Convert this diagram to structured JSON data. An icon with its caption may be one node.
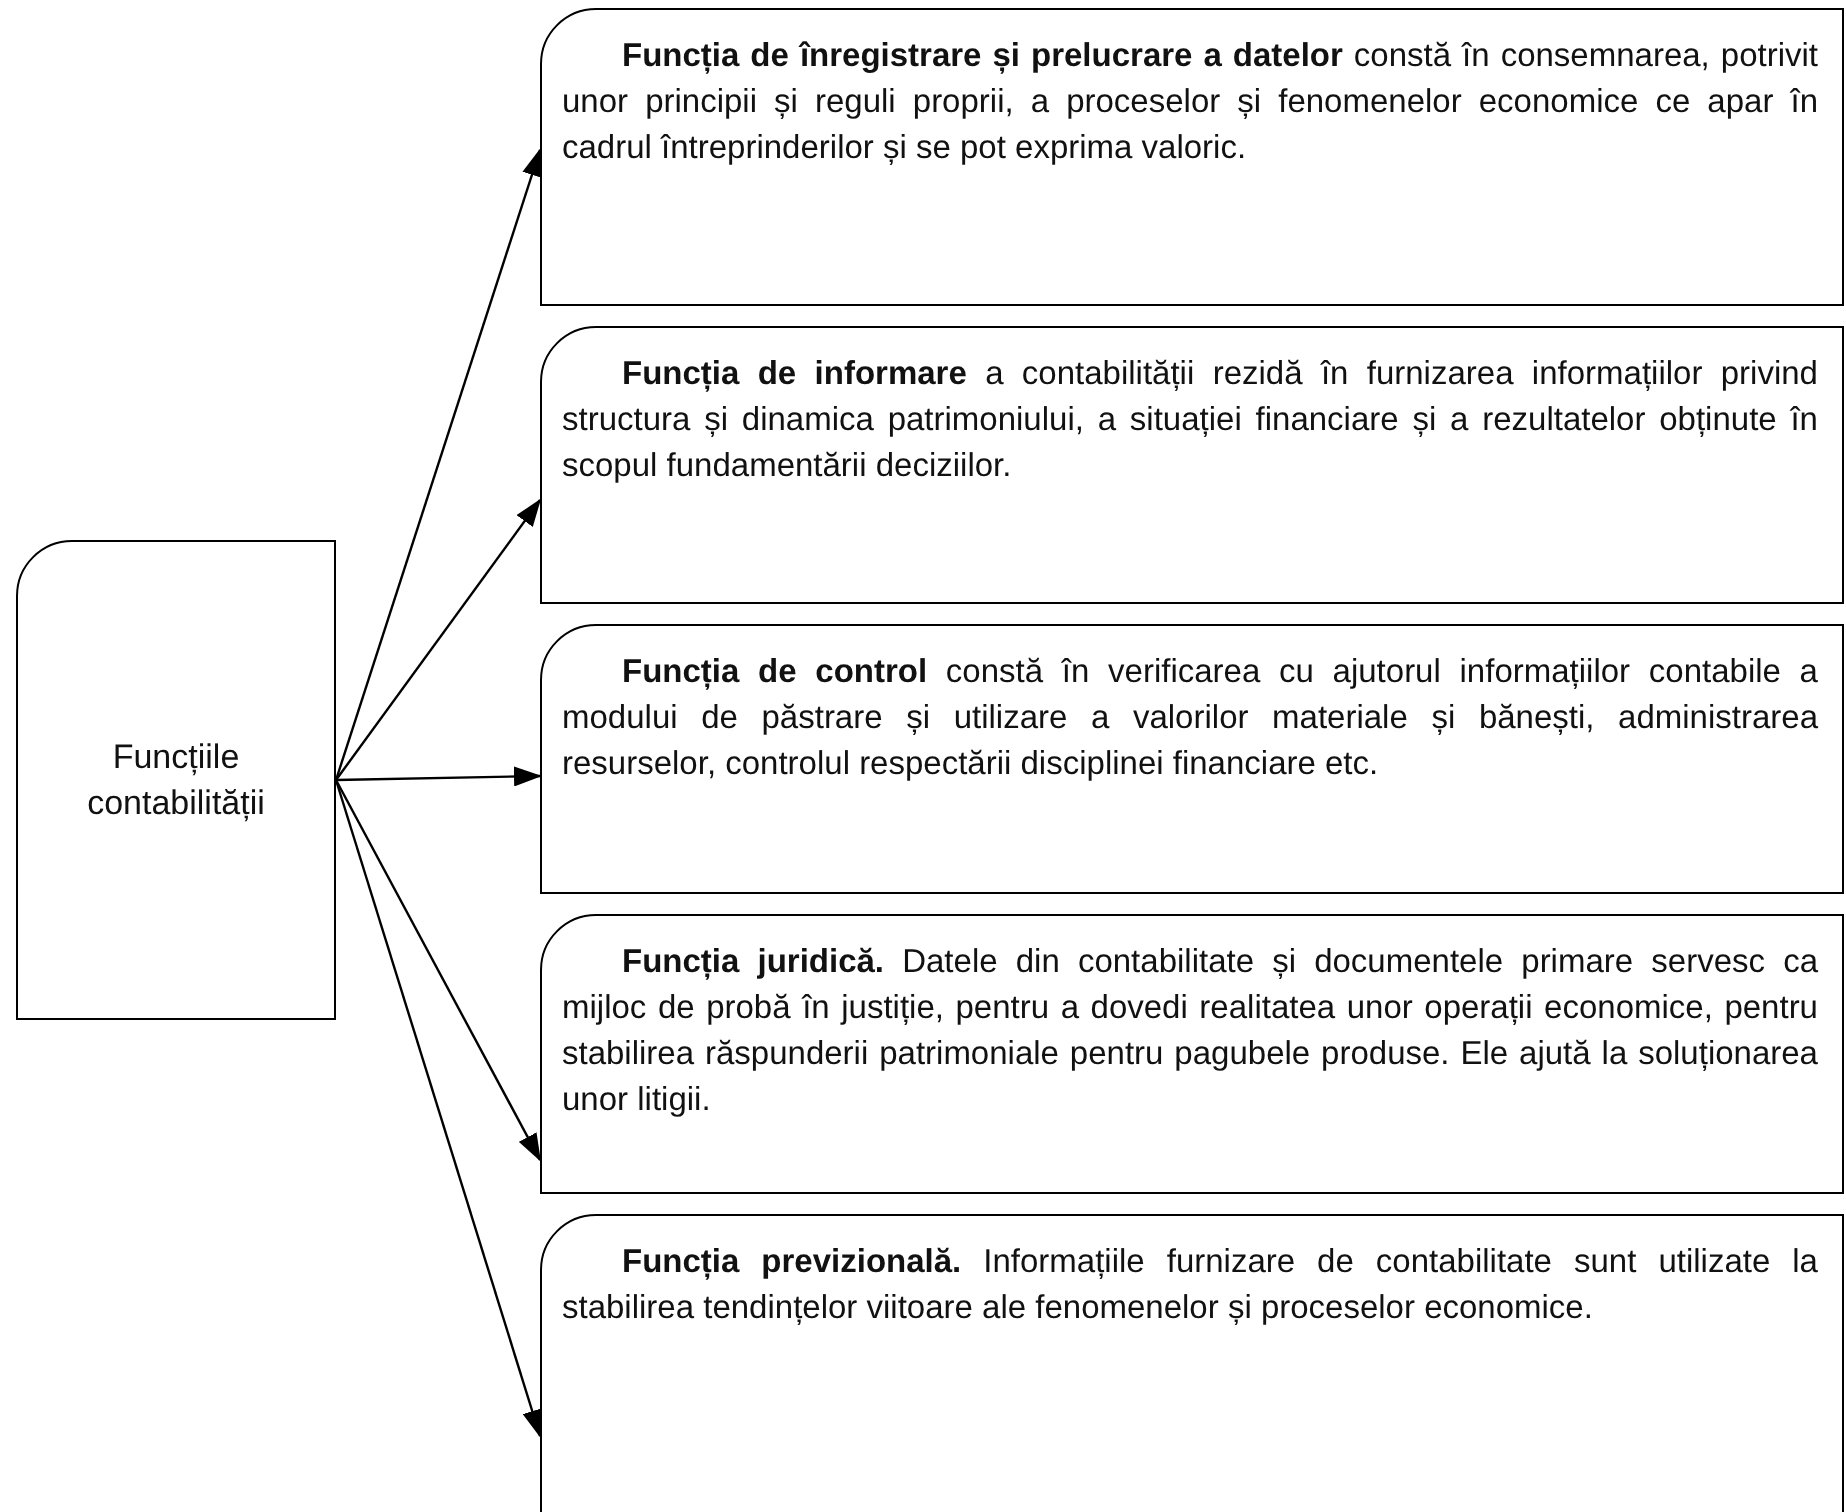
{
  "diagram": {
    "nodes": [
      {
        "text": [
          "Funcțiile contabilității"
        ]
      },
      {
        "text": [
          "**Funcția de înregistrare și prelucrare a datelor** constă în consemnarea, potrivit unor principii și reguli proprii, a proceselor și fenomenelor economice ce apar în cadrul întreprinderilor și se pot exprima valoric."
        ]
      },
      {
        "text": [
          "**Funcția de informare** a contabilității rezidă în furnizarea informațiilor privind structura și dinamica patrimoniului, a situației financiare și a rezultatelor obținute în scopul fundamentării deciziilor."
        ]
      },
      {
        "text": [
          "**Funcția de control** constă în verificarea cu ajutorul informațiilor contabile a modului de păstrare și utilizare a valorilor materiale și bănești, administrarea resurselor, controlul respectării disciplinei financiare etc."
        ]
      },
      {
        "text": [
          "**Funcția juridică.** Datele din contabilitate și documentele primare servesc ca mijloc de probă în justiție, pentru a dovedi realitatea unor operații economice, pentru stabilirea răspunderii patrimoniale pentru pagubele produse. Ele ajută la soluționarea unor litigii."
        ]
      },
      {
        "text": [
          "**Funcția previzională.** Informațiile furnizare de contabilitate sunt utilizate la stabilirea tendințelor viitoare ale fenomenelor și proceselor economice."
        ]
      }
    ],
    "edges": [
      {
        "from": 0,
        "to": 1,
        "arrow": "to"
      },
      {
        "from": 0,
        "to": 2,
        "arrow": "to"
      },
      {
        "from": 0,
        "to": 3,
        "arrow": "to"
      },
      {
        "from": 0,
        "to": 4,
        "arrow": "to"
      },
      {
        "from": 0,
        "to": 5,
        "arrow": "to"
      }
    ]
  }
}
